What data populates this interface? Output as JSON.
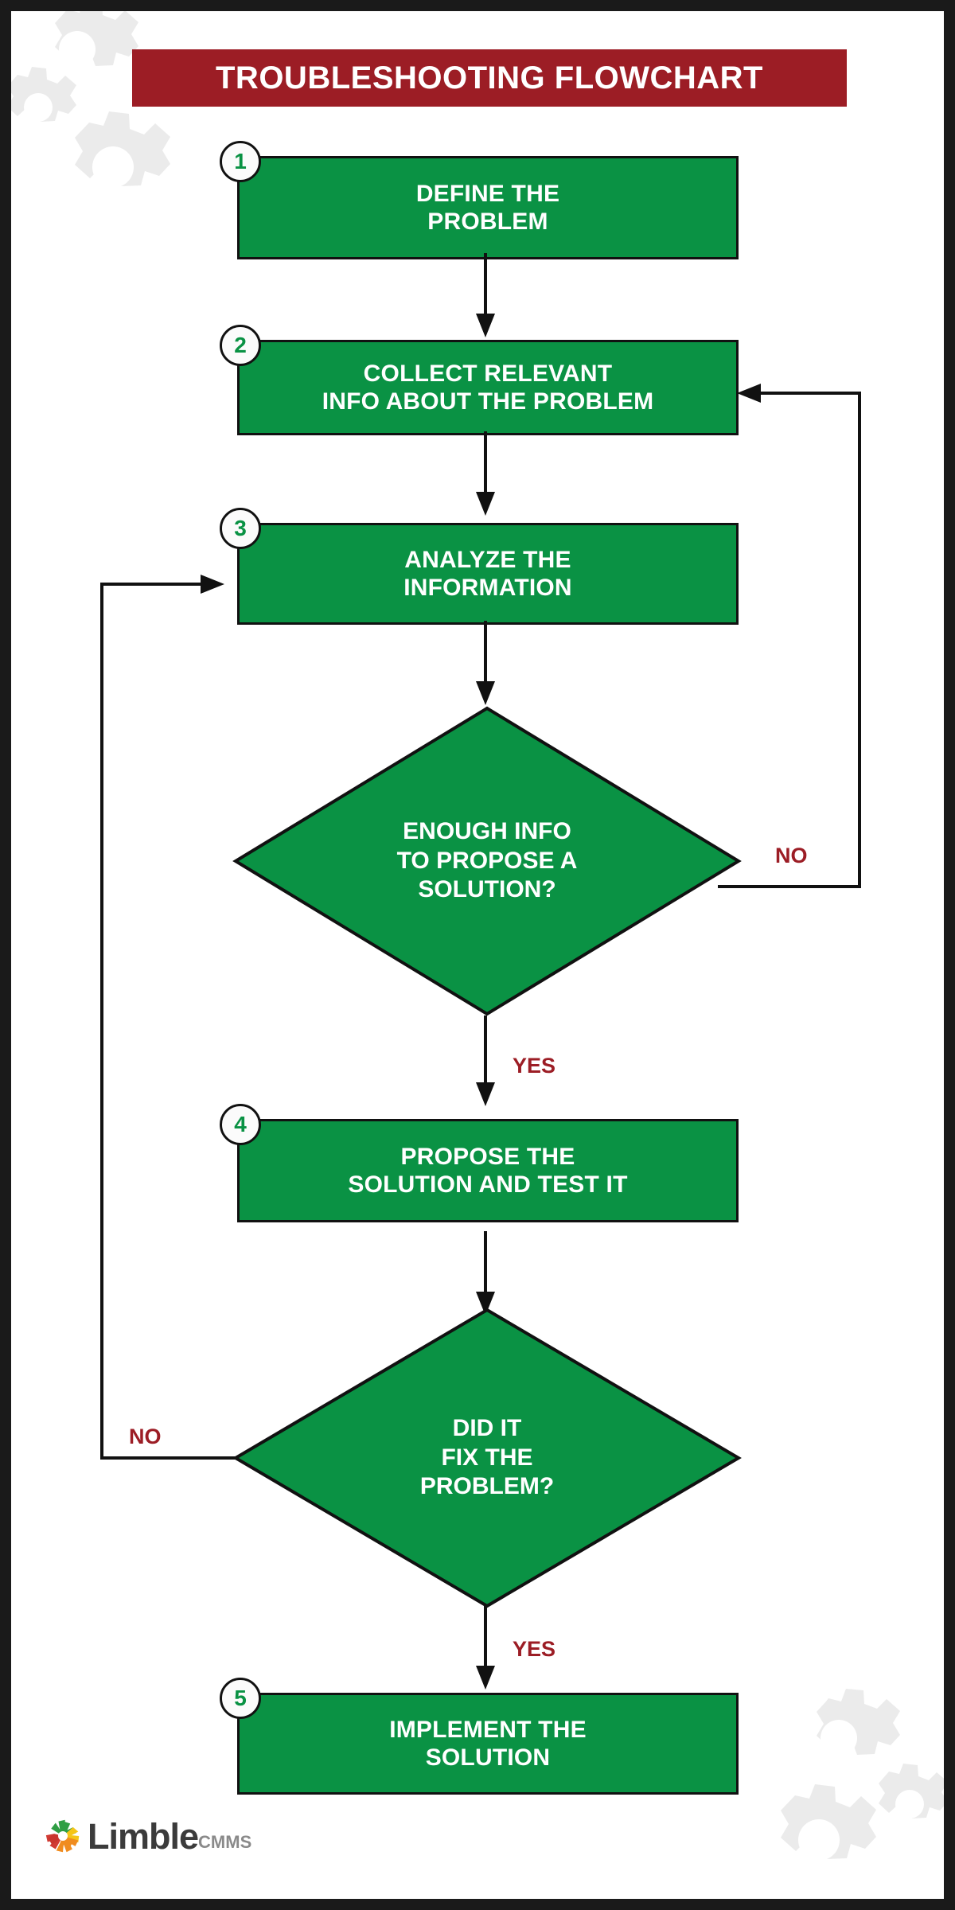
{
  "title": "TROUBLESHOOTING FLOWCHART",
  "theme": {
    "frame_color": "#1a1a1a",
    "canvas_color": "#ffffff",
    "title_bar_color": "#9c1d25",
    "node_fill": "#0a9244",
    "node_stroke": "#111111",
    "node_text": "#ffffff",
    "badge_number_color": "#0a9244",
    "branch_label_color": "#9c1d25",
    "connector_color": "#111111",
    "watermark_color": "#eaeaea"
  },
  "chart_data": {
    "type": "flowchart",
    "title": "TROUBLESHOOTING FLOWCHART",
    "nodes": [
      {
        "id": "n1",
        "number": "1",
        "shape": "process",
        "text": "DEFINE THE\nPROBLEM"
      },
      {
        "id": "n2",
        "number": "2",
        "shape": "process",
        "text": "COLLECT RELEVANT\nINFO ABOUT THE PROBLEM"
      },
      {
        "id": "n3",
        "number": "3",
        "shape": "process",
        "text": "ANALYZE THE\nINFORMATION"
      },
      {
        "id": "d1",
        "number": "",
        "shape": "decision",
        "text": "ENOUGH INFO\nTO PROPOSE A\nSOLUTION?"
      },
      {
        "id": "n4",
        "number": "4",
        "shape": "process",
        "text": "PROPOSE THE\nSOLUTION AND TEST IT"
      },
      {
        "id": "d2",
        "number": "",
        "shape": "decision",
        "text": "DID IT\nFIX THE\nPROBLEM?"
      },
      {
        "id": "n5",
        "number": "5",
        "shape": "process",
        "text": "IMPLEMENT THE\nSOLUTION"
      }
    ],
    "edges": [
      {
        "from": "n1",
        "to": "n2",
        "label": ""
      },
      {
        "from": "n2",
        "to": "n3",
        "label": ""
      },
      {
        "from": "n3",
        "to": "d1",
        "label": ""
      },
      {
        "from": "d1",
        "to": "n2",
        "label": "NO"
      },
      {
        "from": "d1",
        "to": "n4",
        "label": "YES"
      },
      {
        "from": "n4",
        "to": "d2",
        "label": ""
      },
      {
        "from": "d2",
        "to": "n3",
        "label": "NO"
      },
      {
        "from": "d2",
        "to": "n5",
        "label": "YES"
      }
    ]
  },
  "nodes": {
    "n1": {
      "number": "1",
      "line1": "DEFINE THE",
      "line2": "PROBLEM"
    },
    "n2": {
      "number": "2",
      "line1": "COLLECT RELEVANT",
      "line2": "INFO ABOUT THE PROBLEM"
    },
    "n3": {
      "number": "3",
      "line1": "ANALYZE THE",
      "line2": "INFORMATION"
    },
    "d1": {
      "line1": "ENOUGH INFO",
      "line2": "TO PROPOSE A",
      "line3": "SOLUTION?"
    },
    "n4": {
      "number": "4",
      "line1": "PROPOSE THE",
      "line2": "SOLUTION AND TEST IT"
    },
    "d2": {
      "line1": "DID IT",
      "line2": "FIX THE",
      "line3": "PROBLEM?"
    },
    "n5": {
      "number": "5",
      "line1": "IMPLEMENT THE",
      "line2": "SOLUTION"
    }
  },
  "branch_labels": {
    "d1_no": "NO",
    "d1_yes": "YES",
    "d2_no": "NO",
    "d2_yes": "YES"
  },
  "logo": {
    "word": "Limble",
    "sub": "CMMS",
    "mark_colors": [
      "#2f9e44",
      "#d13b34",
      "#f08c1f",
      "#f5c518",
      "#c9352e"
    ]
  }
}
